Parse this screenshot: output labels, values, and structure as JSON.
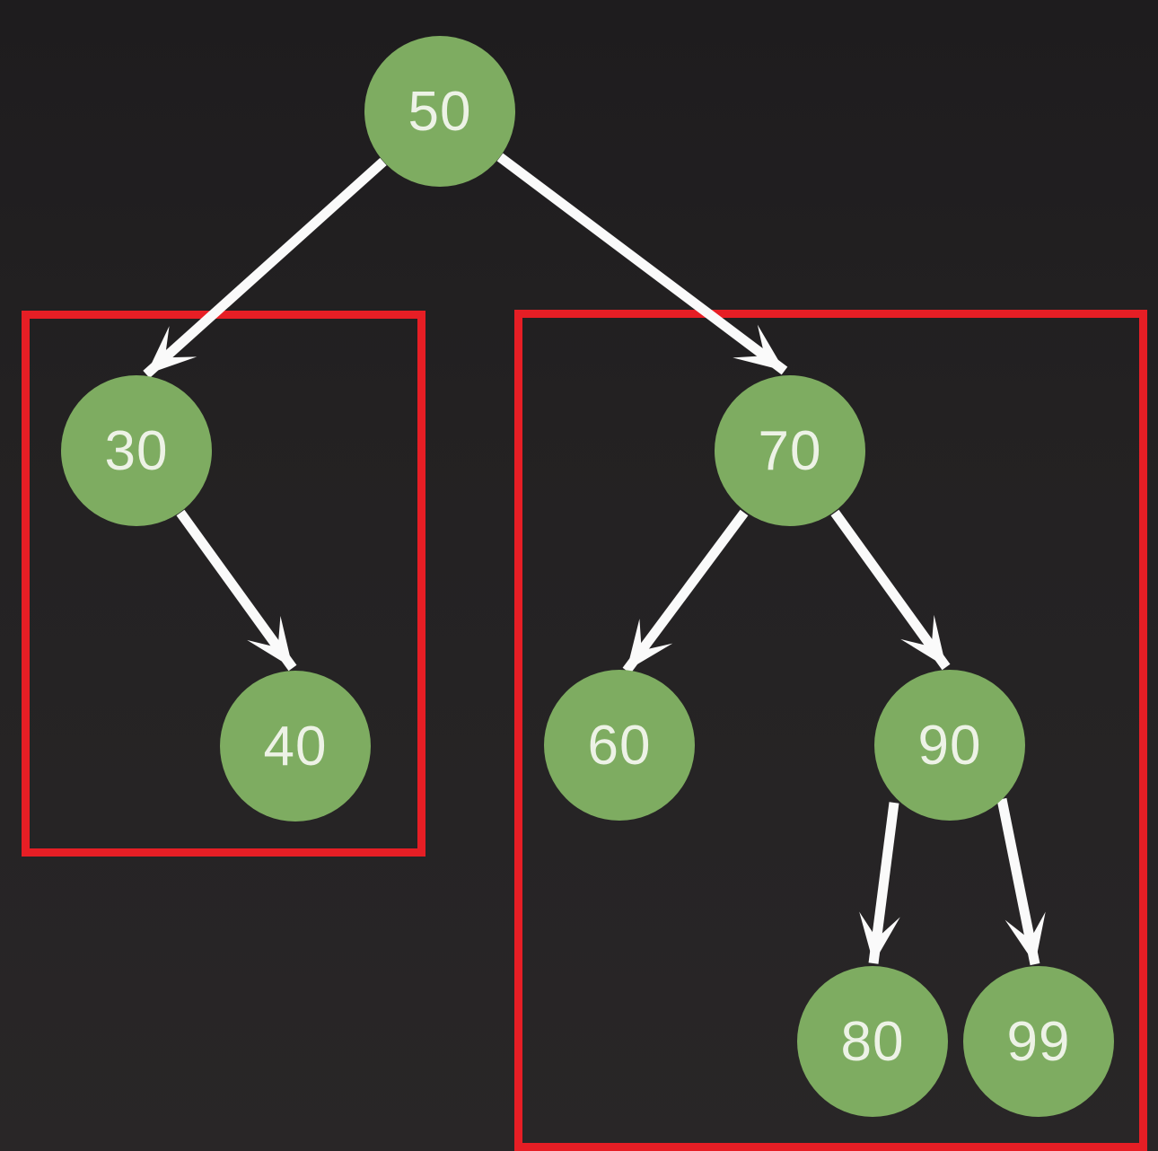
{
  "tree": {
    "description": "binary search tree diagram",
    "root": "50",
    "nodes": [
      {
        "label": "50"
      },
      {
        "label": "30"
      },
      {
        "label": "40"
      },
      {
        "label": "70"
      },
      {
        "label": "60"
      },
      {
        "label": "90"
      },
      {
        "label": "80"
      },
      {
        "label": "99"
      }
    ],
    "edges": [
      {
        "from": "50",
        "to": "30"
      },
      {
        "from": "50",
        "to": "70"
      },
      {
        "from": "30",
        "to": "40"
      },
      {
        "from": "70",
        "to": "60"
      },
      {
        "from": "70",
        "to": "90"
      },
      {
        "from": "90",
        "to": "80"
      },
      {
        "from": "90",
        "to": "99"
      }
    ]
  },
  "highlights": {
    "left_subtree_box": {
      "contains": [
        "30",
        "40"
      ]
    },
    "right_subtree_box": {
      "contains": [
        "70",
        "60",
        "90",
        "80",
        "99"
      ]
    }
  },
  "colors": {
    "node_fill": "#7eac61",
    "node_text": "#edf2e6",
    "arrow": "#fafafa",
    "highlight_border": "#e61e25",
    "background_top": "#1e1c1e",
    "background_bottom": "#292627"
  }
}
